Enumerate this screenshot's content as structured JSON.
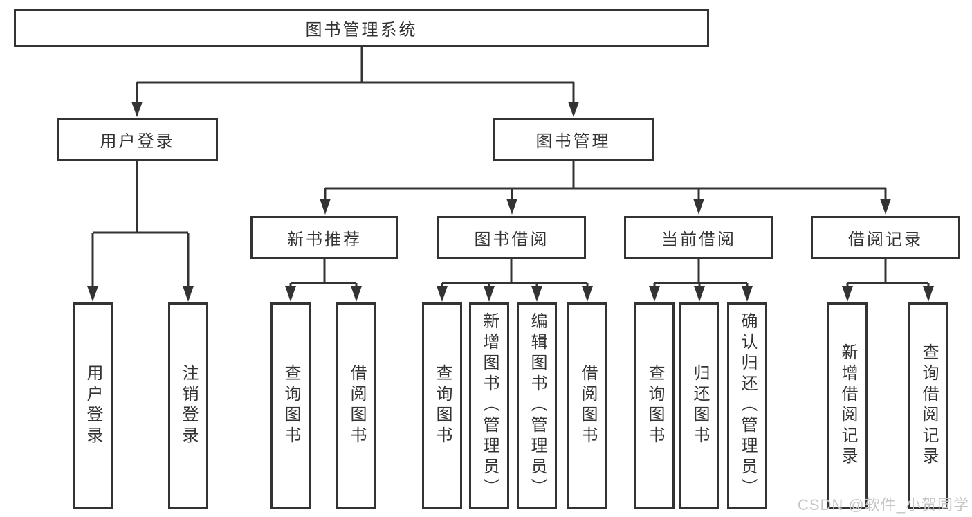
{
  "tree": {
    "label": "图书管理系统",
    "children": [
      {
        "label": "用户登录",
        "children": [
          {
            "label": "用户登录"
          },
          {
            "label": "注销登录"
          }
        ]
      },
      {
        "label": "图书管理",
        "children": [
          {
            "label": "新书推荐",
            "children": [
              {
                "label": "查询图书"
              },
              {
                "label": "借阅图书"
              }
            ]
          },
          {
            "label": "图书借阅",
            "children": [
              {
                "label": "查询图书"
              },
              {
                "label": "新增图书（管理员）"
              },
              {
                "label": "编辑图书（管理员）"
              },
              {
                "label": "借阅图书"
              }
            ]
          },
          {
            "label": "当前借阅",
            "children": [
              {
                "label": "查询图书"
              },
              {
                "label": "归还图书"
              },
              {
                "label": "确认归还（管理员）"
              }
            ]
          },
          {
            "label": "借阅记录",
            "children": [
              {
                "label": "新增借阅记录"
              },
              {
                "label": "查询借阅记录"
              }
            ]
          }
        ]
      }
    ]
  },
  "watermark": "CSDN @软件_小贺同学",
  "colors": {
    "line": "#333333",
    "text": "#333333",
    "box_background": "#ffffff",
    "watermark": "#c6c6c6"
  }
}
